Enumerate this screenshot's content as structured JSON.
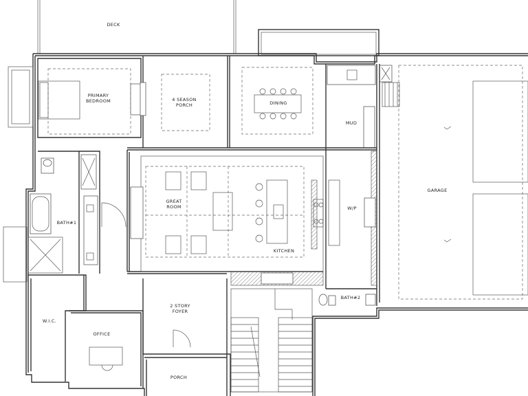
{
  "rooms": {
    "deck": "DECK",
    "primary_bedroom_1": "PRIMARY",
    "primary_bedroom_2": "BEDROOM",
    "season_porch_1": "4 SEASON",
    "season_porch_2": "PORCH",
    "dining": "DINING",
    "mud": "MUD",
    "garage": "GARAGE",
    "great_room_1": "GREAT",
    "great_room_2": "ROOM",
    "kitchen": "KITCHEN",
    "wip": "W/P",
    "bath1": "BATH#1",
    "bath2": "BATH#2",
    "wic": "W.I.C.",
    "office": "OFFICE",
    "foyer_1": "2 STORY",
    "foyer_2": "FOYER",
    "porch": "PORCH"
  },
  "style": {
    "line_color": "#333333",
    "background": "#ffffff"
  }
}
